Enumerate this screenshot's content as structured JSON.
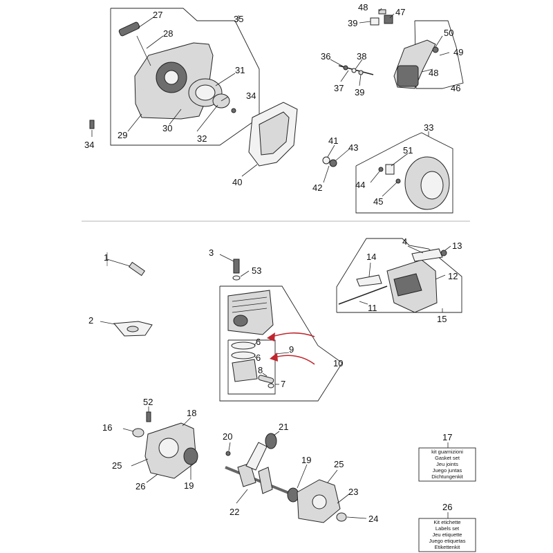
{
  "callouts": {
    "c1": "1",
    "c2": "2",
    "c3": "3",
    "c4": "4",
    "c6a": "6",
    "c6b": "6",
    "c7": "7",
    "c8": "8",
    "c9": "9",
    "c10": "10",
    "c11": "11",
    "c12": "12",
    "c13": "13",
    "c14": "14",
    "c15": "15",
    "c16": "16",
    "c17": "17",
    "c18": "18",
    "c19a": "19",
    "c19b": "19",
    "c20": "20",
    "c21": "21",
    "c22": "22",
    "c23": "23",
    "c24": "24",
    "c25a": "25",
    "c25b": "25",
    "c26": "26",
    "c26b": "26",
    "c27": "27",
    "c28": "28",
    "c29": "29",
    "c30": "30",
    "c31": "31",
    "c32": "32",
    "c33": "33",
    "c34a": "34",
    "c34b": "34",
    "c35": "35",
    "c36": "36",
    "c37": "37",
    "c38": "38",
    "c39a": "39",
    "c39b": "39",
    "c40": "40",
    "c41": "41",
    "c42": "42",
    "c43": "43",
    "c44": "44",
    "c45": "45",
    "c46": "46",
    "c47": "47",
    "c48a": "48",
    "c48b": "48",
    "c49": "49",
    "c50": "50",
    "c51": "51",
    "c52": "52",
    "c53": "53"
  },
  "gasket_kit": {
    "lines": [
      "kit guarnizioni",
      "Gasket set",
      "Jeu  joints",
      "Juego juntas",
      "Dichtungenkit"
    ]
  },
  "label_kit": {
    "lines": [
      "Kit etichette",
      "Labels set",
      "Jeu etiquette",
      "Juego etiquetas",
      "Etikettenkit"
    ]
  },
  "colors": {
    "accent_arrow": "#c0262d",
    "line": "#222222"
  }
}
